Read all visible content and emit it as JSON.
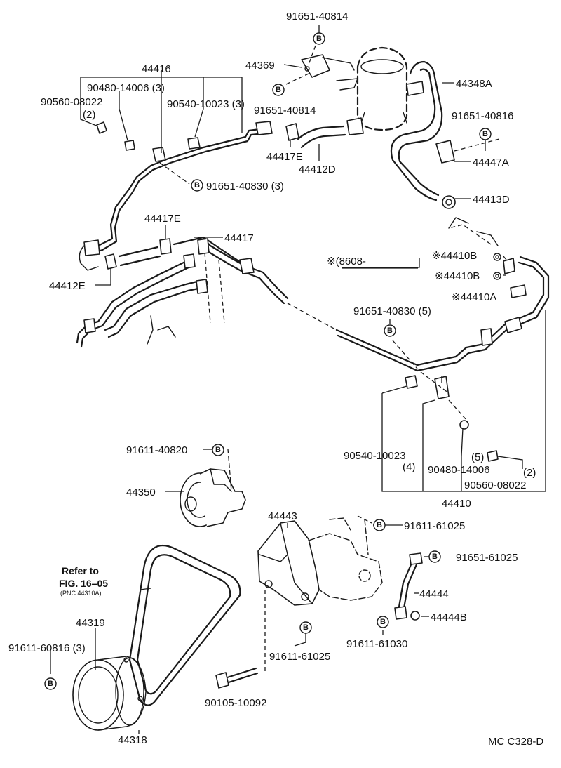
{
  "bolt_marker": "B",
  "labels": {
    "p91651_40814_top": "91651-40814",
    "p44369": "44369",
    "p44348A": "44348A",
    "p44416": "44416",
    "p90480_14006_3": "90480-14006 (3)",
    "p90560_08022": "90560-08022",
    "p90560_08022_qty": "(2)",
    "p90540_10023_3": "90540-10023 (3)",
    "p91651_40814_mid": "91651-40814",
    "p91651_40816": "91651-40816",
    "p44417E_top": "44417E",
    "p44412D": "44412D",
    "p44447A": "44447A",
    "p91651_40830_3": "91651-40830 (3)",
    "p44413D": "44413D",
    "p44417E_mid": "44417E",
    "p44417": "44417",
    "p8608": "※(8608-",
    "p44410B_1": "※44410B",
    "p44410B_2": "※44410B",
    "p44410A": "※44410A",
    "p44412E": "44412E",
    "p91651_40830_5": "91651-40830 (5)",
    "p91611_40820": "91611-40820",
    "p90540_10023": "90540-10023",
    "p90540_10023_qty": "(4)",
    "p90480_14006_qty": "(5)",
    "p90480_14006": "90480-14006",
    "p90560_08022_b_qty": "(2)",
    "p90560_08022_b": "90560-08022",
    "p44350": "44350",
    "p44410": "44410",
    "p44443": "44443",
    "p91611_61025_top": "91611-61025",
    "p91651_61025": "91651-61025",
    "refer_to": "Refer to",
    "refer_fig": "FIG. 16–05",
    "refer_pnc": "(PNC 44310A)",
    "p44444": "44444",
    "p44444B": "44444B",
    "p44319": "44319",
    "p91611_60816_3": "91611-60816 (3)",
    "p91611_61025_bot": "91611-61025",
    "p91611_61030": "91611-61030",
    "p90105_10092": "90105-10092",
    "p44318": "44318",
    "figure_code": "MC C328-D"
  }
}
